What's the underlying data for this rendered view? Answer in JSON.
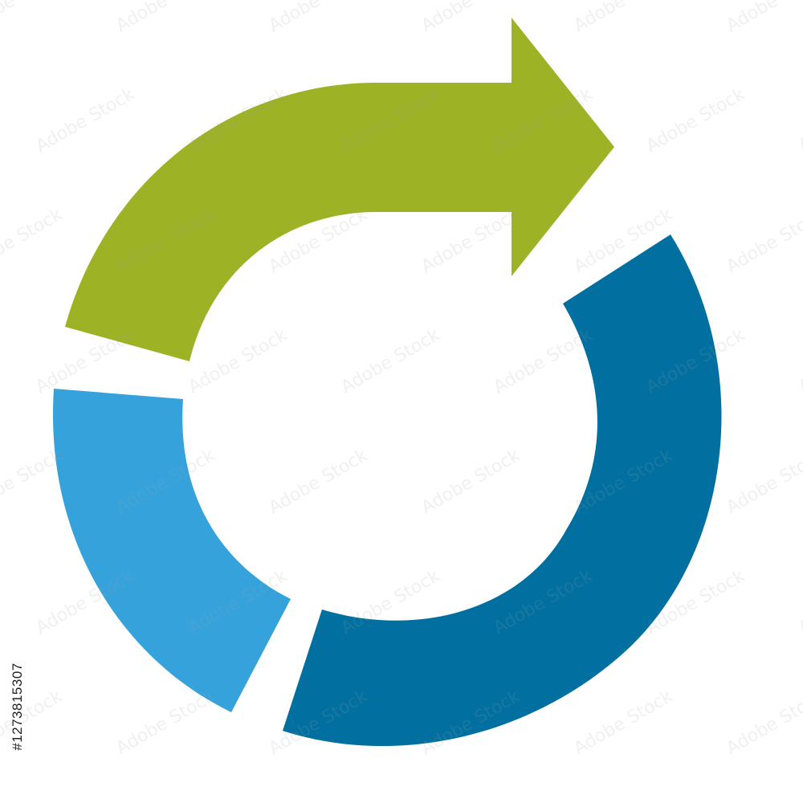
{
  "image": {
    "description_icon": "circular-refresh-arrow-icon",
    "stock_id": "#127381530​7",
    "watermark_text": "Adobe Stock"
  },
  "segments": [
    {
      "name": "green-arrow-segment",
      "color": "#9db225"
    },
    {
      "name": "dark-blue-segment",
      "color": "#016f9f"
    },
    {
      "name": "light-blue-segment",
      "color": "#35a2dc"
    }
  ]
}
